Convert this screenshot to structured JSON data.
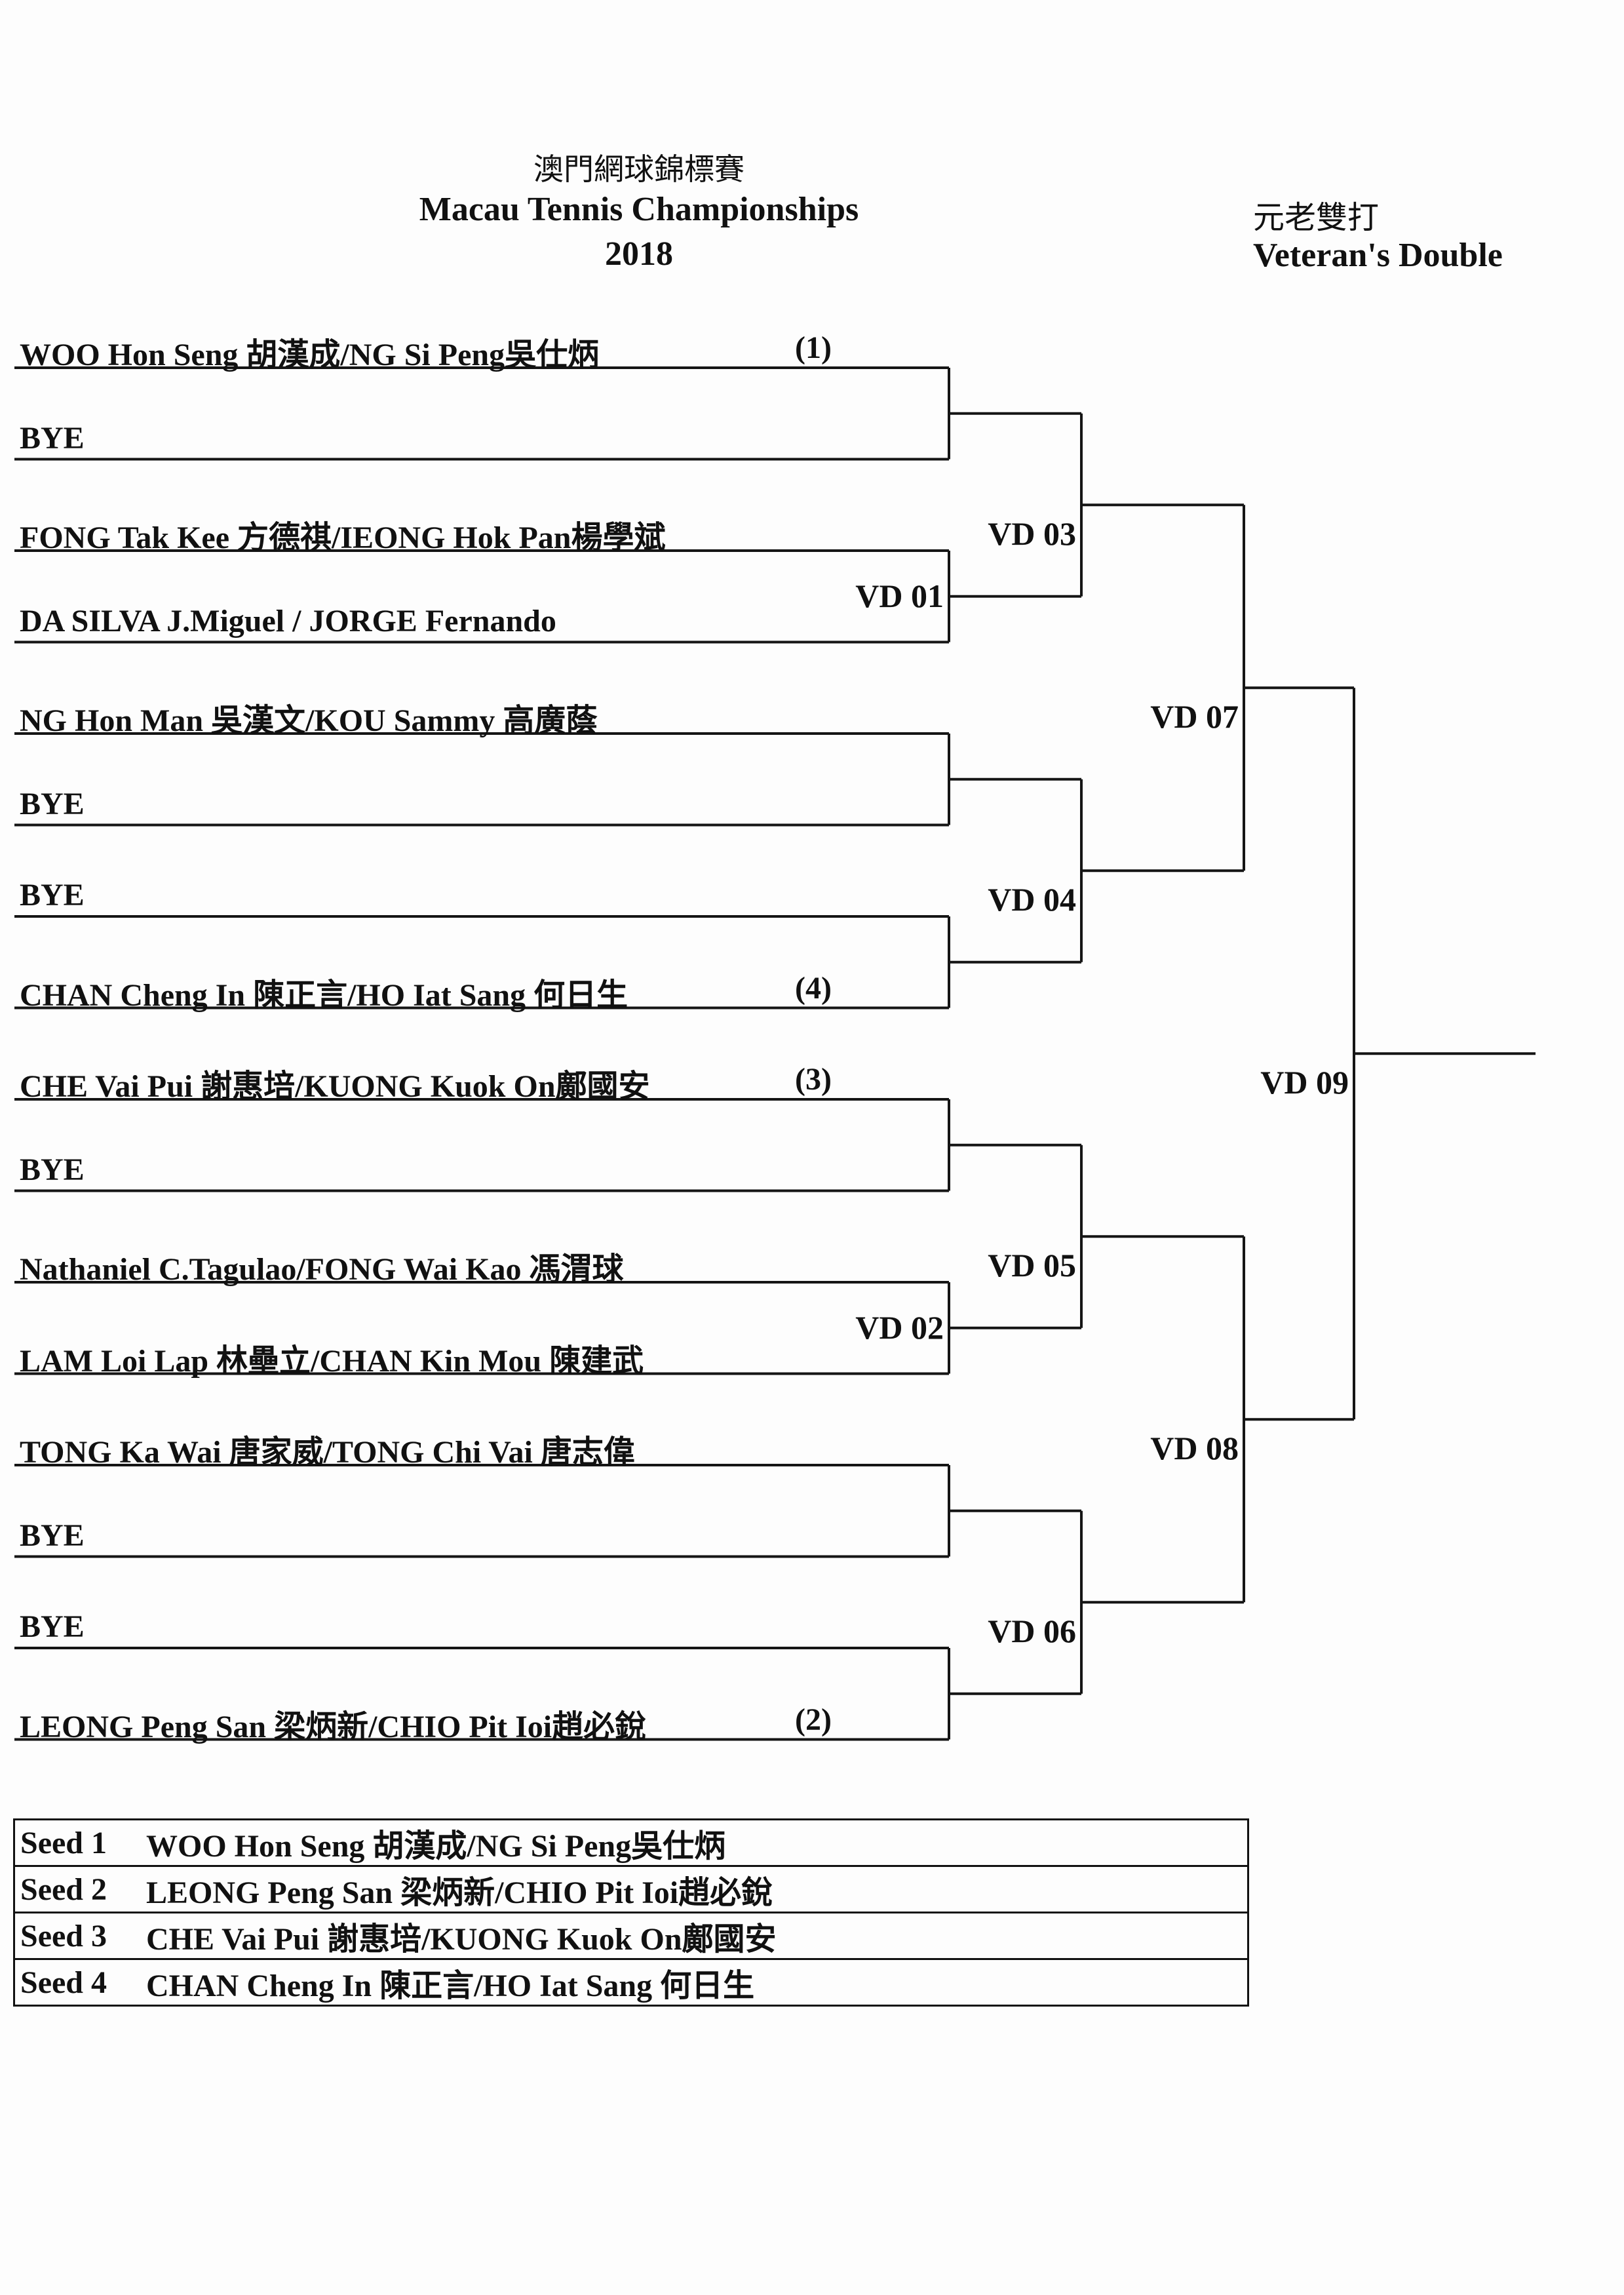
{
  "header": {
    "title_cn": "澳門網球錦標賽",
    "title_en": "Macau Tennis Championships",
    "year": "2018",
    "event_cn": "元老雙打",
    "event_en": "Veteran's Double"
  },
  "draw": {
    "entries": [
      {
        "name": "WOO Hon Seng 胡漢成/NG Si Peng吳仕炳",
        "seed": "(1)"
      },
      {
        "name": "BYE",
        "seed": ""
      },
      {
        "name": "FONG Tak Kee 方德祺/IEONG Hok Pan楊學斌",
        "seed": ""
      },
      {
        "name": "DA SILVA J.Miguel / JORGE Fernando",
        "seed": ""
      },
      {
        "name": "NG Hon Man 吳漢文/KOU Sammy 高廣蔭",
        "seed": ""
      },
      {
        "name": "BYE",
        "seed": ""
      },
      {
        "name": "BYE",
        "seed": ""
      },
      {
        "name": "CHAN Cheng In 陳正言/HO Iat Sang 何日生",
        "seed": "(4)"
      },
      {
        "name": "CHE Vai Pui 謝惠培/KUONG Kuok On鄺國安",
        "seed": "(3)"
      },
      {
        "name": "BYE",
        "seed": ""
      },
      {
        "name": "Nathaniel C.Tagulao/FONG Wai Kao 馮渭球",
        "seed": ""
      },
      {
        "name": "LAM Loi Lap 林壘立/CHAN Kin Mou 陳建武",
        "seed": ""
      },
      {
        "name": "TONG Ka Wai 唐家威/TONG Chi Vai 唐志偉",
        "seed": ""
      },
      {
        "name": "BYE",
        "seed": ""
      },
      {
        "name": "BYE",
        "seed": ""
      },
      {
        "name": "LEONG Peng San 梁炳新/CHIO Pit Ioi趙必銳",
        "seed": "(2)"
      }
    ],
    "matches": {
      "r1": [
        "VD 01",
        "VD 02"
      ],
      "r2": [
        "VD 03",
        "VD 04",
        "VD 05",
        "VD 06"
      ],
      "r3": [
        "VD 07",
        "VD 08"
      ],
      "final": "VD 09"
    }
  },
  "seeds": [
    {
      "label": "Seed  1",
      "name": "WOO Hon Seng 胡漢成/NG Si Peng吳仕炳"
    },
    {
      "label": "Seed  2",
      "name": "LEONG Peng San 梁炳新/CHIO Pit Ioi趙必銳"
    },
    {
      "label": "Seed  3",
      "name": "CHE Vai Pui 謝惠培/KUONG Kuok On鄺國安"
    },
    {
      "label": "Seed  4",
      "name": "CHAN Cheng In 陳正言/HO Iat Sang 何日生"
    }
  ]
}
